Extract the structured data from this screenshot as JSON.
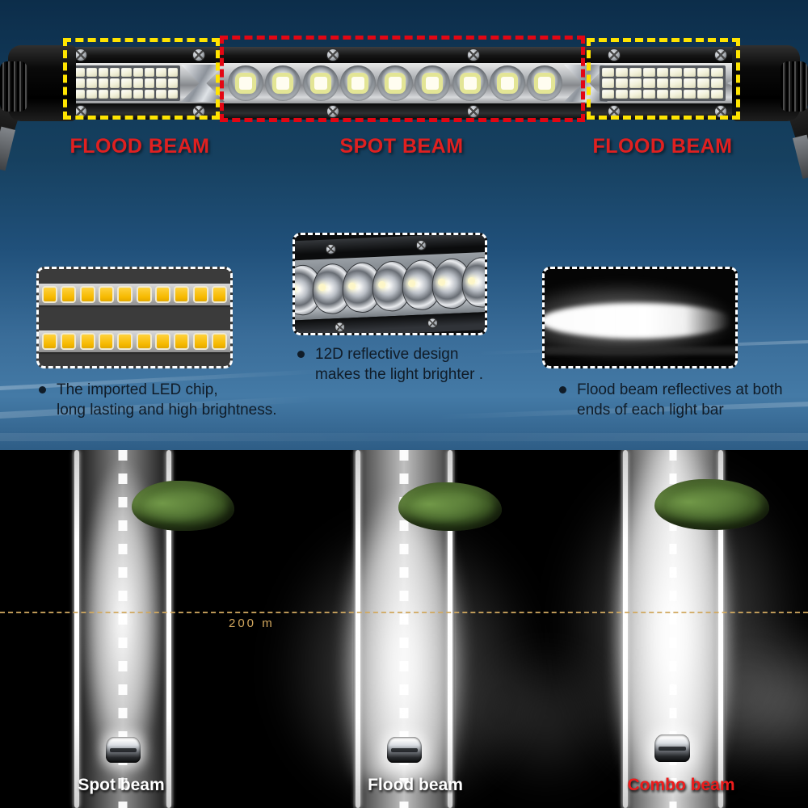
{
  "hero": {
    "zones": [
      {
        "label": "FLOOD BEAM"
      },
      {
        "label": "SPOT BEAM"
      },
      {
        "label": "FLOOD BEAM"
      }
    ]
  },
  "features": [
    {
      "lines": [
        "The imported LED chip,",
        "long lasting and high brightness."
      ]
    },
    {
      "lines": [
        "12D reflective design",
        "makes the light brighter ."
      ]
    },
    {
      "lines": [
        "Flood beam reflectives at both",
        "ends of each light bar"
      ]
    }
  ],
  "comparison": {
    "distance_label": "200 m",
    "beams": [
      {
        "label": "Spot beam"
      },
      {
        "label": "Flood beam"
      },
      {
        "label": "Combo beam"
      }
    ]
  },
  "colors": {
    "zone_label_red": "#e02020",
    "box_yellow": "#ffe400",
    "box_red": "#e30613",
    "combo_label_red": "#ed1c1c",
    "distance_tan": "#d2a75e",
    "led_yellow": "#f6b900"
  },
  "icons": {
    "screw": "screw-icon",
    "tree": "tree-top-view-icon",
    "car": "car-top-view-icon",
    "bullet": "bullet-dot-icon"
  }
}
